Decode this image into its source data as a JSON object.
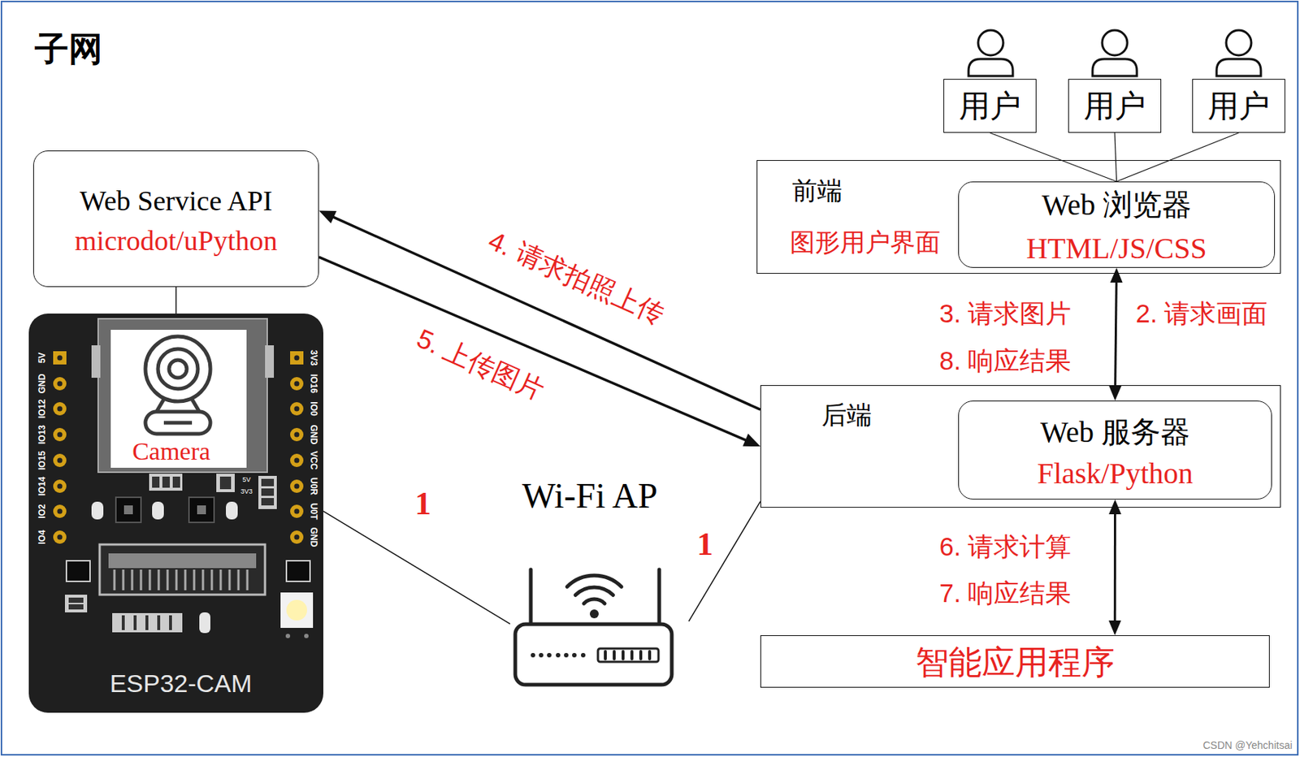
{
  "diagram": {
    "title": "子网",
    "nodes": [
      {
        "text": [
          "Web Service API",
          "microdot/uPython"
        ]
      },
      {
        "text": [
          "Camera",
          "ESP32-CAM"
        ]
      },
      {
        "text": [
          "用户"
        ]
      },
      {
        "text": [
          "用户"
        ]
      },
      {
        "text": [
          "用户"
        ]
      },
      {
        "text": [
          "前端",
          "图形用户界面"
        ]
      },
      {
        "text": [
          "Web 浏览器",
          "HTML/JS/CSS"
        ],
        "in": 5
      },
      {
        "text": [
          "后端"
        ]
      },
      {
        "text": [
          "Web 服务器",
          "Flask/Python"
        ],
        "in": 7
      },
      {
        "text": [
          "Wi-Fi AP"
        ]
      },
      {
        "text": [
          "智能应用程序"
        ]
      }
    ],
    "edges": [
      {
        "from": 2,
        "to": 6,
        "arrow": "none"
      },
      {
        "from": 3,
        "to": 6,
        "arrow": "none"
      },
      {
        "from": 4,
        "to": 6,
        "arrow": "none"
      },
      {
        "from": 0,
        "to": 1,
        "arrow": "none"
      },
      {
        "from": 7,
        "to": 0,
        "label": "4. 请求拍照上传",
        "arrow": "to"
      },
      {
        "from": 0,
        "to": 7,
        "label": "5. 上传图片",
        "arrow": "to"
      },
      {
        "from": 6,
        "to": 8,
        "label": "2. 请求画面",
        "arrow": "both"
      },
      {
        "from": 8,
        "to": 10,
        "label": "6. 请求计算",
        "arrow": "both"
      },
      {
        "from": 1,
        "to": 9,
        "label": "1",
        "arrow": "none"
      },
      {
        "from": 9,
        "to": 7,
        "label": "1",
        "arrow": "none"
      }
    ],
    "labels": [
      "3. 请求图片",
      "8. 响应结果",
      "7. 响应结果",
      "5V",
      "GND",
      "IO12",
      "IO13",
      "IO15",
      "IO14",
      "IO2",
      "IO4",
      "3V3",
      "IO16",
      "IO0",
      "GND",
      "VCC",
      "U0R",
      "U0T",
      "GND",
      "5V",
      "3V3",
      "CSDN @Yehchitsai"
    ]
  }
}
